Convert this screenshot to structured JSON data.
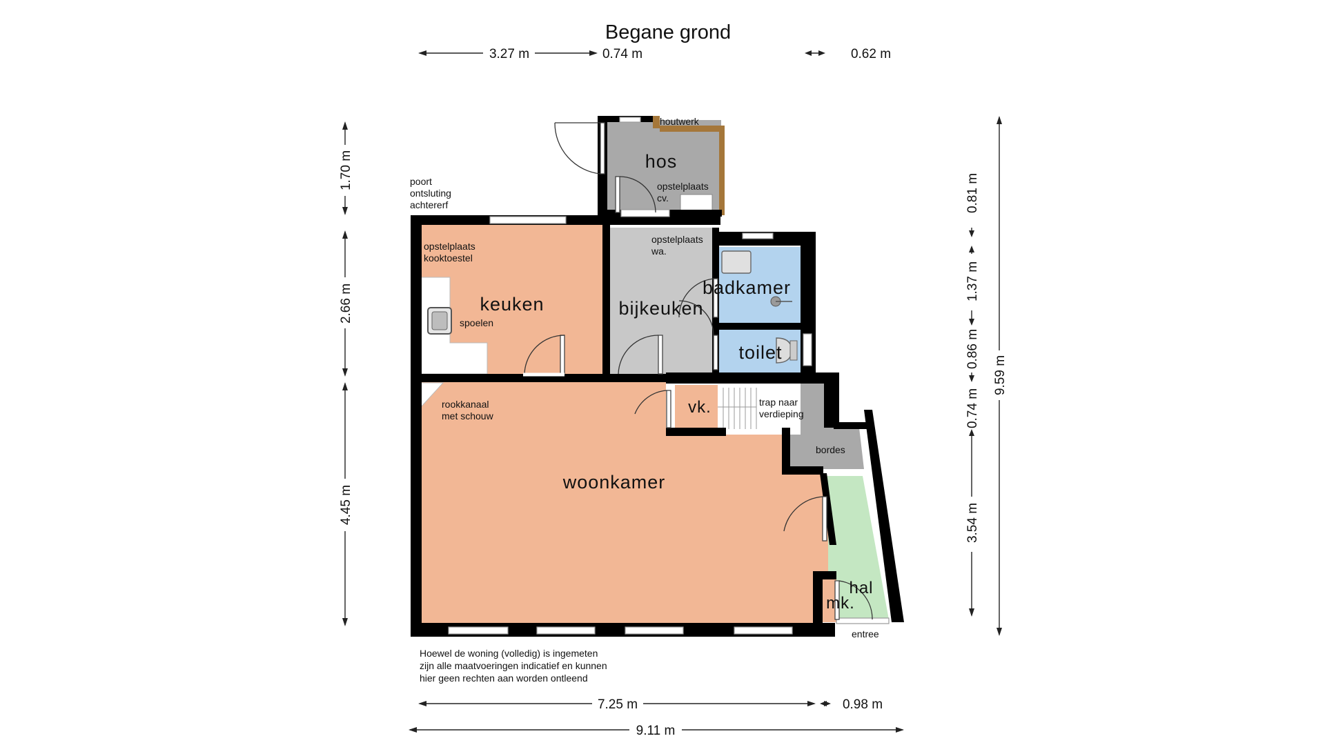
{
  "title": "Begane grond",
  "rooms": {
    "hos": "hos",
    "keuken": "keuken",
    "bijkeuken": "bijkeuken",
    "badkamer": "badkamer",
    "toilet": "toilet",
    "vk": "vk.",
    "woonkamer": "woonkamer",
    "hal": "hal",
    "mk": "mk."
  },
  "labels": {
    "houtwerk": "houtwerk",
    "poort": [
      "poort",
      "ontsluting",
      "achtererf"
    ],
    "opstel_cv": [
      "opstelplaats",
      "cv."
    ],
    "opstel_wa": [
      "opstelplaats",
      "wa."
    ],
    "opstel_kook": [
      "opstelplaats",
      "kooktoestel"
    ],
    "spoelen": "spoelen",
    "rookkanaal": [
      "rookkanaal",
      "met schouw"
    ],
    "trap": [
      "trap naar",
      "verdieping"
    ],
    "bordes": "bordes",
    "entree": "entree"
  },
  "disclaimer": [
    "Hoewel de woning (volledig) is ingemeten",
    "zijn alle maatvoeringen indicatief en kunnen",
    "hier geen rechten aan worden ontleend"
  ],
  "dimensions": {
    "top_left": "3.27 m",
    "top_mid": "0.74 m",
    "top_right": "0.62 m",
    "left_1": "1.70 m",
    "left_2": "2.66 m",
    "left_3": "4.45 m",
    "right_1": "0.81 m",
    "right_2": "1.37 m",
    "right_3": "0.86 m",
    "right_4": "0.74 m",
    "right_5": "3.54 m",
    "right_total": "9.59 m",
    "bottom_1": "7.25 m",
    "bottom_2": "0.98 m",
    "bottom_total": "9.11 m"
  },
  "colors": {
    "living": "#f2b795",
    "kitchen": "#f2b795",
    "utility": "#c8c8c8",
    "storage": "#a9a9a9",
    "bathroom": "#b3d3ee",
    "hall": "#c4e7c2",
    "stairs": "#ffffff",
    "wall": "#000000",
    "woodwork": "#a5773a"
  }
}
